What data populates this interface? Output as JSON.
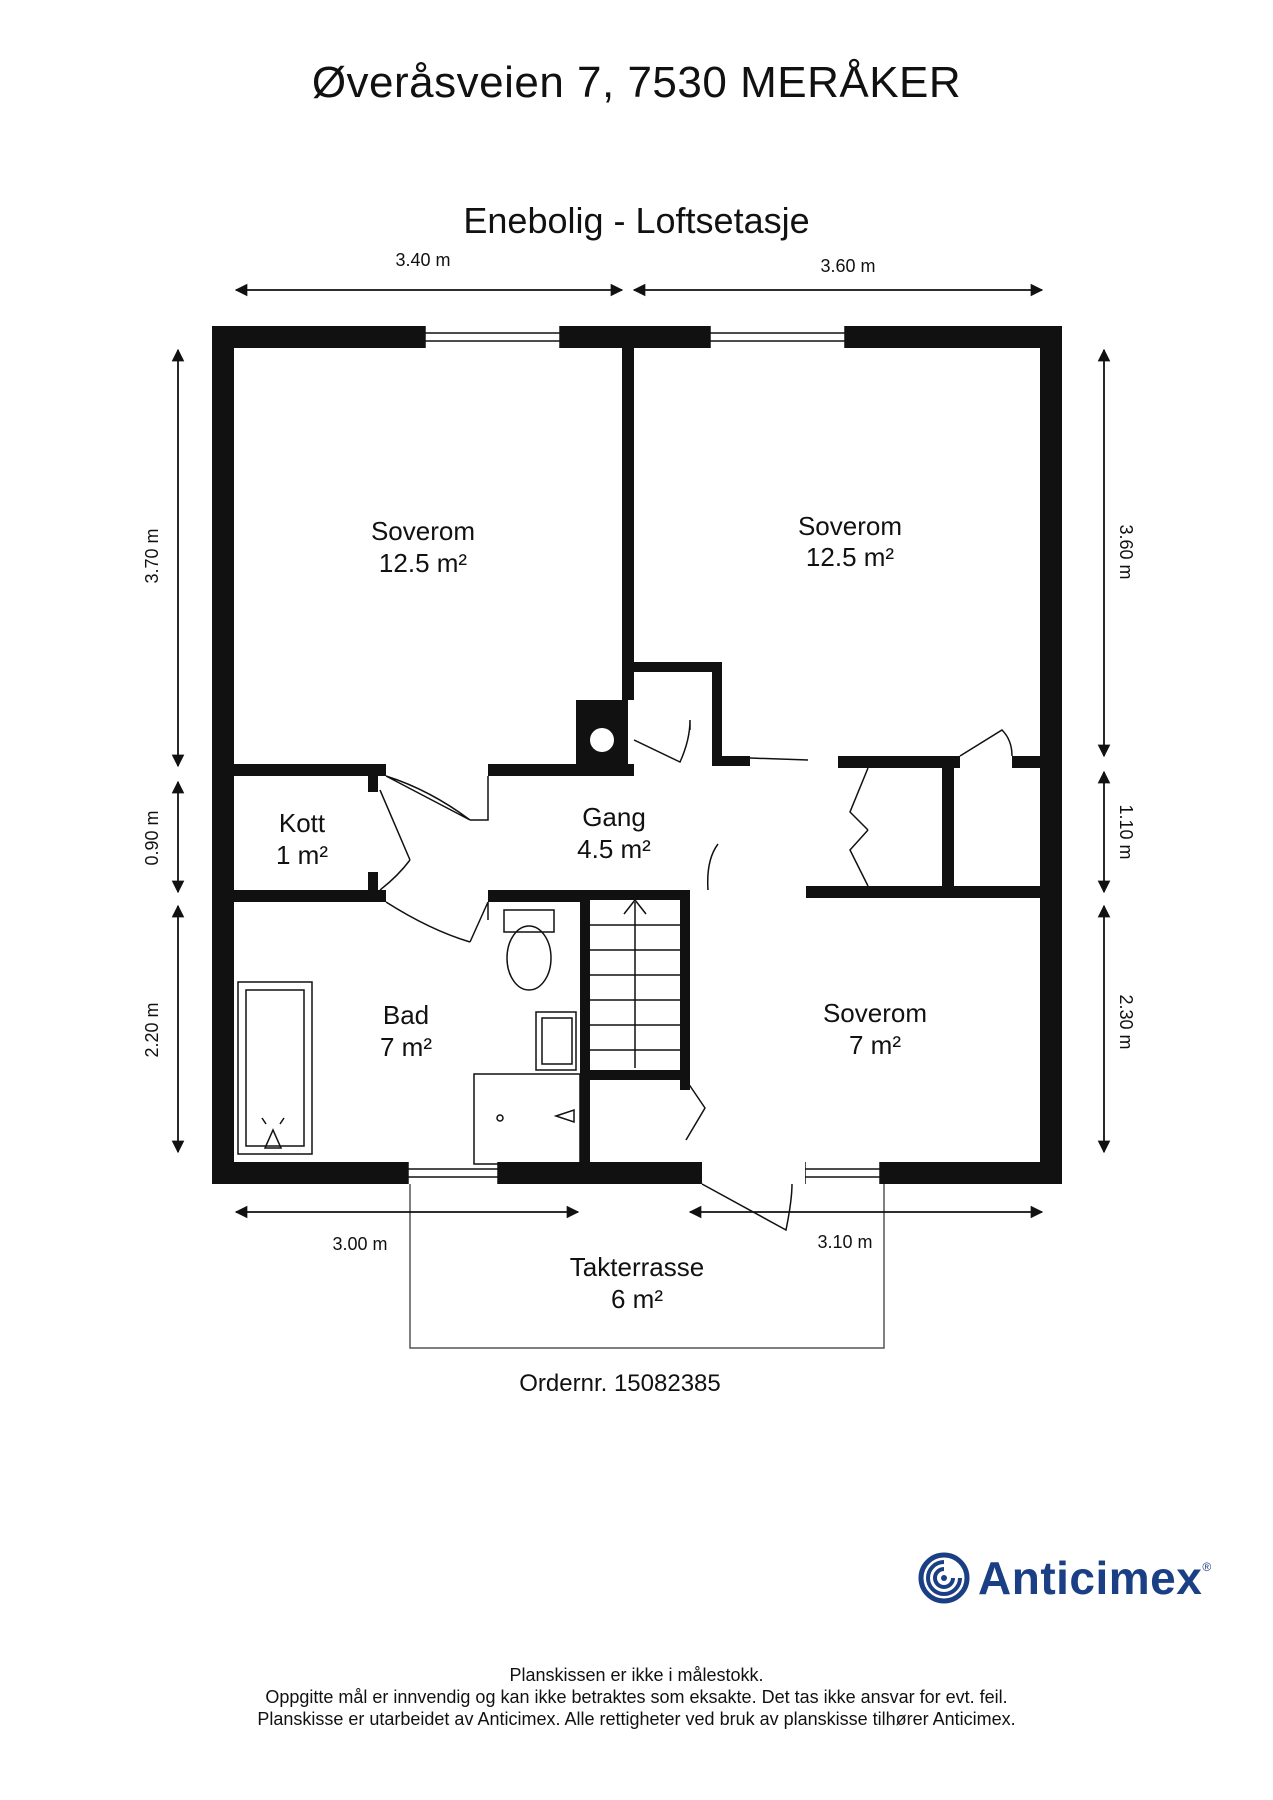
{
  "header": {
    "address": "Øveråsveien 7, 7530 MERÅKER",
    "floor_title": "Enebolig  - Loftsetasje"
  },
  "rooms": [
    {
      "name": "Soverom",
      "area": "12.5 m²"
    },
    {
      "name": "Soverom",
      "area": "12.5 m²"
    },
    {
      "name": "Kott",
      "area": "1 m²"
    },
    {
      "name": "Gang",
      "area": "4.5 m²"
    },
    {
      "name": "Bad",
      "area": "7 m²"
    },
    {
      "name": "Soverom",
      "area": "7 m²"
    },
    {
      "name": "Takterrasse",
      "area": "6 m²"
    }
  ],
  "dimensions": {
    "top_left": "3.40 m",
    "top_right": "3.60 m",
    "bottom_left": "3.00 m",
    "bottom_right": "3.10 m",
    "left_top": "3.70 m",
    "left_middle": "0.90 m",
    "left_bottom": "2.20 m",
    "right_top": "3.60 m",
    "right_middle": "1.10 m",
    "right_bottom": "2.30 m"
  },
  "order_number": "Ordernr. 15082385",
  "brand": {
    "name": "Anticimex",
    "registered": "®",
    "icon": "anticimex-swirl-icon",
    "color": "#1b3f85"
  },
  "footer": {
    "line1": "Planskissen er ikke i målestokk.",
    "line2": "Oppgitte mål er innvendig og kan ikke betraktes som eksakte. Det tas ikke ansvar for evt. feil.",
    "line3": "Planskisse er utarbeidet av Anticimex. Alle rettigheter ved bruk av planskisse tilhører Anticimex."
  }
}
